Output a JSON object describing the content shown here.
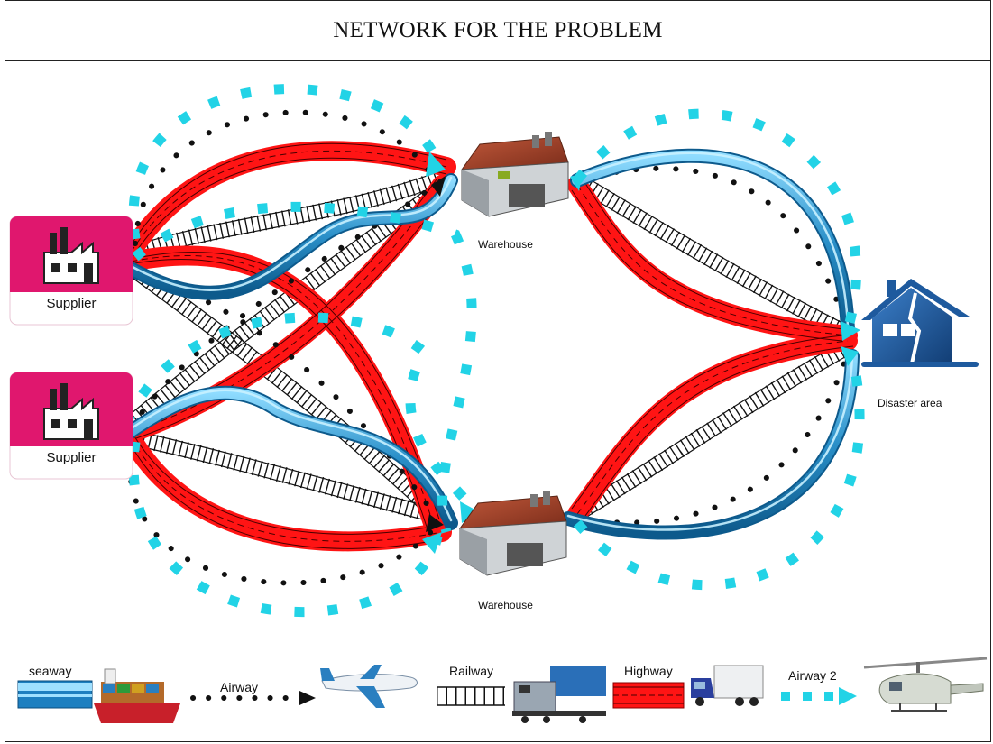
{
  "title": "NETWORK FOR THE PROBLEM",
  "nodes": {
    "supplier_top": "Supplier",
    "supplier_bottom": "Supplier",
    "warehouse_top": "Warehouse",
    "warehouse_bottom": "Warehouse",
    "disaster_area": "Disaster area"
  },
  "legend": {
    "seaway": "seaway",
    "airway": "Airway",
    "railway": "Railway",
    "highway": "Highway",
    "airway2": "Airway 2"
  },
  "colors": {
    "highway": "#ff1414",
    "seaway": "#3aa6d8",
    "airway2": "#22d3e6",
    "airway": "#111111",
    "railway": "#111111",
    "supplier_bg": "#e0176e",
    "house": "#1e5a9e"
  },
  "icons": [
    "factory-icon",
    "warehouse-icon",
    "house-icon",
    "ship-icon",
    "airplane-icon",
    "train-icon",
    "truck-icon",
    "helicopter-icon"
  ]
}
